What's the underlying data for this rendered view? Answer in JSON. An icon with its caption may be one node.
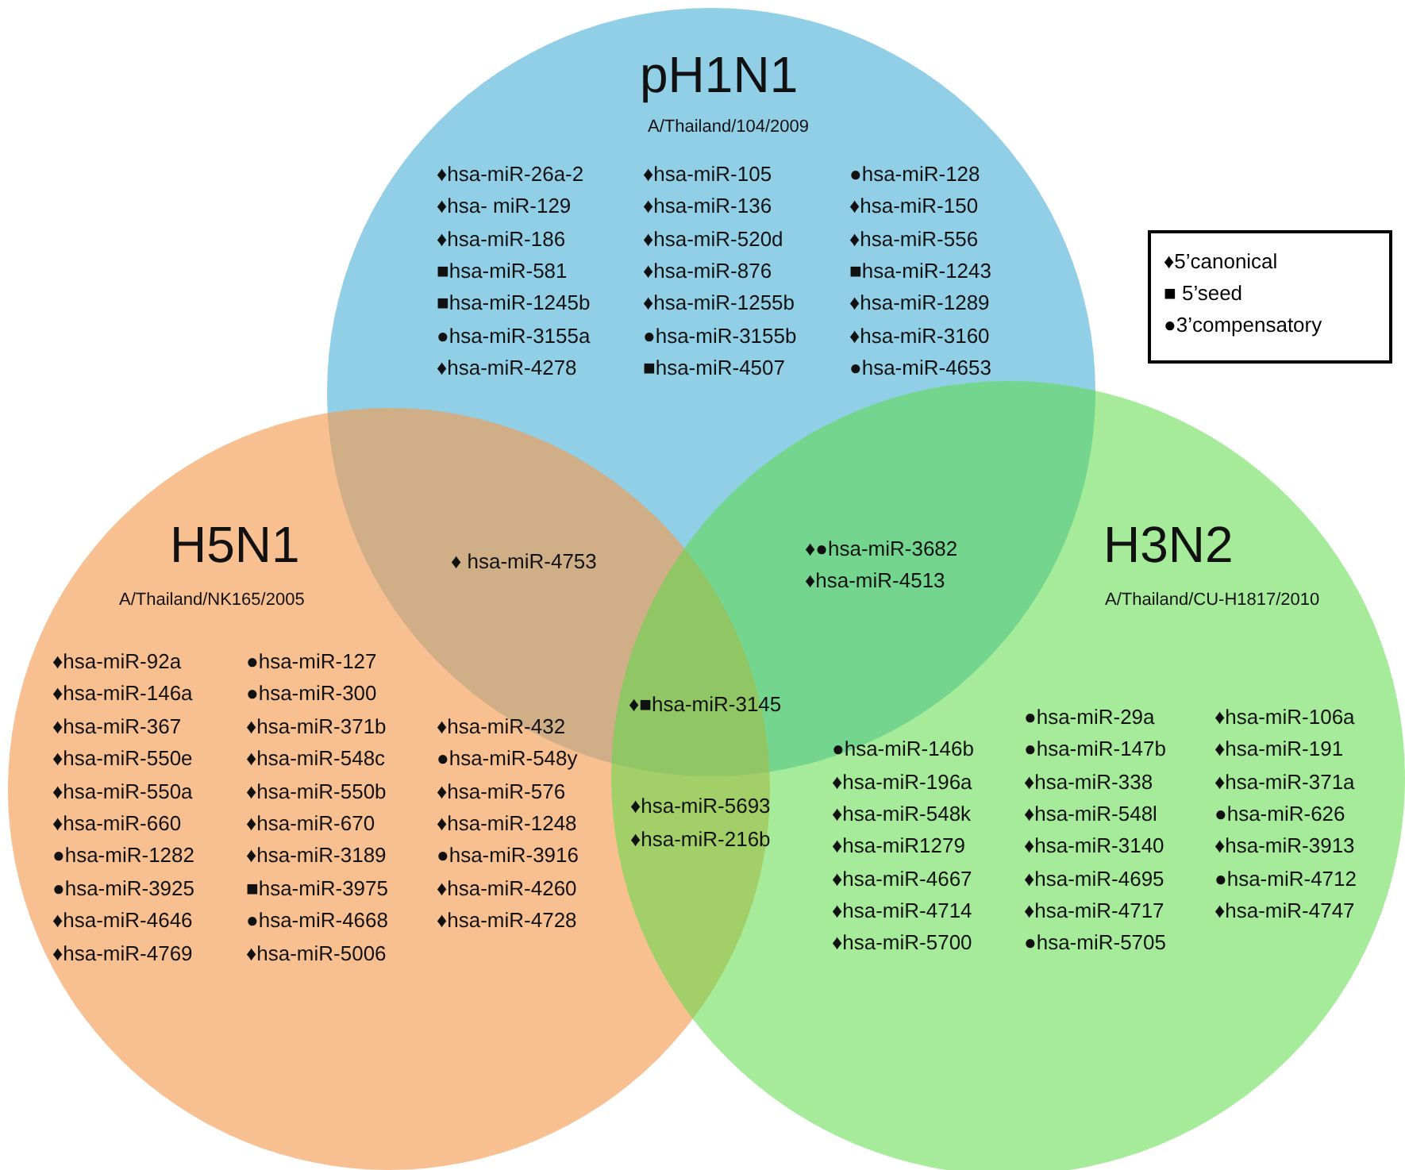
{
  "diagram": {
    "nodes": [
      {
        "text": [
          "pH1N1",
          "A/Thailand/104/2009"
        ]
      },
      {
        "text": [
          "H5N1",
          "A/Thailand/NK165/2005"
        ]
      },
      {
        "text": [
          "H3N2",
          "A/Thailand/CU-H1817/2010"
        ]
      }
    ],
    "labels": [
      "♦hsa-miR-26a-2",
      "♦hsa-miR-105",
      "●hsa-miR-128",
      "♦hsa- miR-129",
      "♦hsa-miR-136",
      "♦hsa-miR-150",
      "♦hsa-miR-186",
      "♦hsa-miR-520d",
      "♦hsa-miR-556",
      "■hsa-miR-581",
      "♦hsa-miR-876",
      "■hsa-miR-1243",
      "■hsa-miR-1245b",
      "♦hsa-miR-1255b",
      "♦hsa-miR-1289",
      "●hsa-miR-3155a",
      "●hsa-miR-3155b",
      "♦hsa-miR-3160",
      "♦hsa-miR-4278",
      "■hsa-miR-4507",
      "●hsa-miR-4653",
      "♦ hsa-miR-4753",
      "♦●hsa-miR-3682",
      "♦hsa-miR-4513",
      "♦hsa-miR-92a",
      "●hsa-miR-127",
      "♦hsa-miR-146a",
      "●hsa-miR-300",
      "♦hsa-miR-367",
      "♦hsa-miR-371b",
      "♦hsa-miR-432",
      "♦hsa-miR-550e",
      "♦hsa-miR-548c",
      "●hsa-miR-548y",
      "♦hsa-miR-550a",
      "♦hsa-miR-550b",
      "♦hsa-miR-576",
      "♦hsa-miR-660",
      "♦hsa-miR-670",
      "♦hsa-miR-1248",
      "●hsa-miR-1282",
      "♦hsa-miR-3189",
      "●hsa-miR-3916",
      "●hsa-miR-3925",
      "■hsa-miR-3975",
      "♦hsa-miR-4260",
      "♦hsa-miR-4646",
      "●hsa-miR-4668",
      "♦hsa-miR-4728",
      "♦hsa-miR-4769",
      "♦hsa-miR-5006",
      "♦■hsa-miR-3145",
      "♦hsa-miR-5693",
      "♦hsa-miR-216b",
      "●hsa-miR-29a",
      "♦hsa-miR-106a",
      "●hsa-miR-146b",
      "●hsa-miR-147b",
      "♦hsa-miR-191",
      "♦hsa-miR-196a",
      "♦hsa-miR-338",
      "♦hsa-miR-371a",
      "♦hsa-miR-548k",
      "♦hsa-miR-548l",
      "●hsa-miR-626",
      "♦hsa-miR1279",
      "♦hsa-miR-3140",
      "♦hsa-miR-3913",
      "♦hsa-miR-4667",
      "♦hsa-miR-4695",
      "●hsa-miR-4712",
      "♦hsa-miR-4714",
      "♦hsa-miR-4717",
      "♦hsa-miR-4747",
      "♦hsa-miR-5700",
      "●hsa-miR-5705"
    ],
    "legend": [
      {
        "text": "♦5’canonical"
      },
      {
        "text": "■ 5’seed"
      },
      {
        "text": "●3’compensatory"
      }
    ]
  }
}
